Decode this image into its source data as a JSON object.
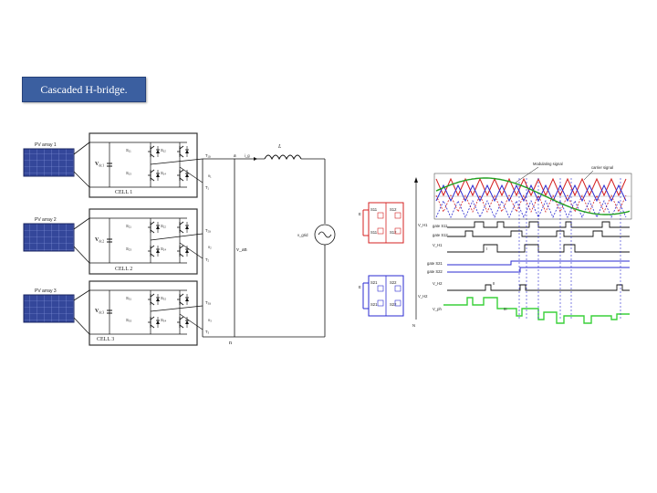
{
  "caption": "Cascaded H-bridge.",
  "cells": [
    {
      "pv_label": "PV array 1",
      "vdc": "V",
      "vdc_sub": "dc1",
      "switches": [
        "S₁₁",
        "S₁₂",
        "S₁₃",
        "S₁₄"
      ],
      "top_node": "T₁ₐ",
      "v_label": "v₁",
      "bottom_node": "T₁",
      "cell_label": "CELL 1"
    },
    {
      "pv_label": "PV array 2",
      "vdc": "V",
      "vdc_sub": "dc2",
      "switches": [
        "S₂₁",
        "S₂₂",
        "S₂₃",
        "S₂₄"
      ],
      "top_node": "T₂ₐ",
      "v_label": "v₂",
      "bottom_node": "T₂",
      "cell_label": "CELL 2"
    },
    {
      "pv_label": "PV array 3",
      "vdc": "V",
      "vdc_sub": "dc3",
      "switches": [
        "S₃₁",
        "S₃₂",
        "S₃₃",
        "S₃₄"
      ],
      "top_node": "T₃ₐ",
      "v_label": "v₃",
      "bottom_node": "T₃",
      "cell_label": "CELL 3"
    }
  ],
  "left_labels": {
    "inductor": "L",
    "node_a": "a",
    "current": "i_g",
    "vout": "v_an",
    "vgrid": "v_grid",
    "node_n": "n"
  },
  "right_labels": {
    "modulating": "Modulating signal",
    "carrier": "carrier signal",
    "h1_switches": [
      "S11",
      "S12",
      "S11",
      "S12"
    ],
    "h2_switches": [
      "S21",
      "S22",
      "S21",
      "S22"
    ],
    "gate_rows": [
      "gate S11",
      "gate S12",
      "gate S21",
      "gate S22"
    ],
    "vh1": "V_H1",
    "vh2": "V_H2",
    "vph": "V_ph",
    "trace_vh1": "V_H1",
    "trace_vh2": "V_H2",
    "trace_vph": "V_ph",
    "level_I": "I",
    "level_II": "II",
    "level_III": "III",
    "node_N": "N"
  },
  "colors": {
    "caption_bg": "#3b5fa0",
    "modulating_red": "#d42020",
    "modulating_blue": "#2a2ad0",
    "carrier_green": "#22a022",
    "output_green": "#3ad13a",
    "h1_red": "#d42020",
    "h2_blue": "#2a2ad0"
  }
}
